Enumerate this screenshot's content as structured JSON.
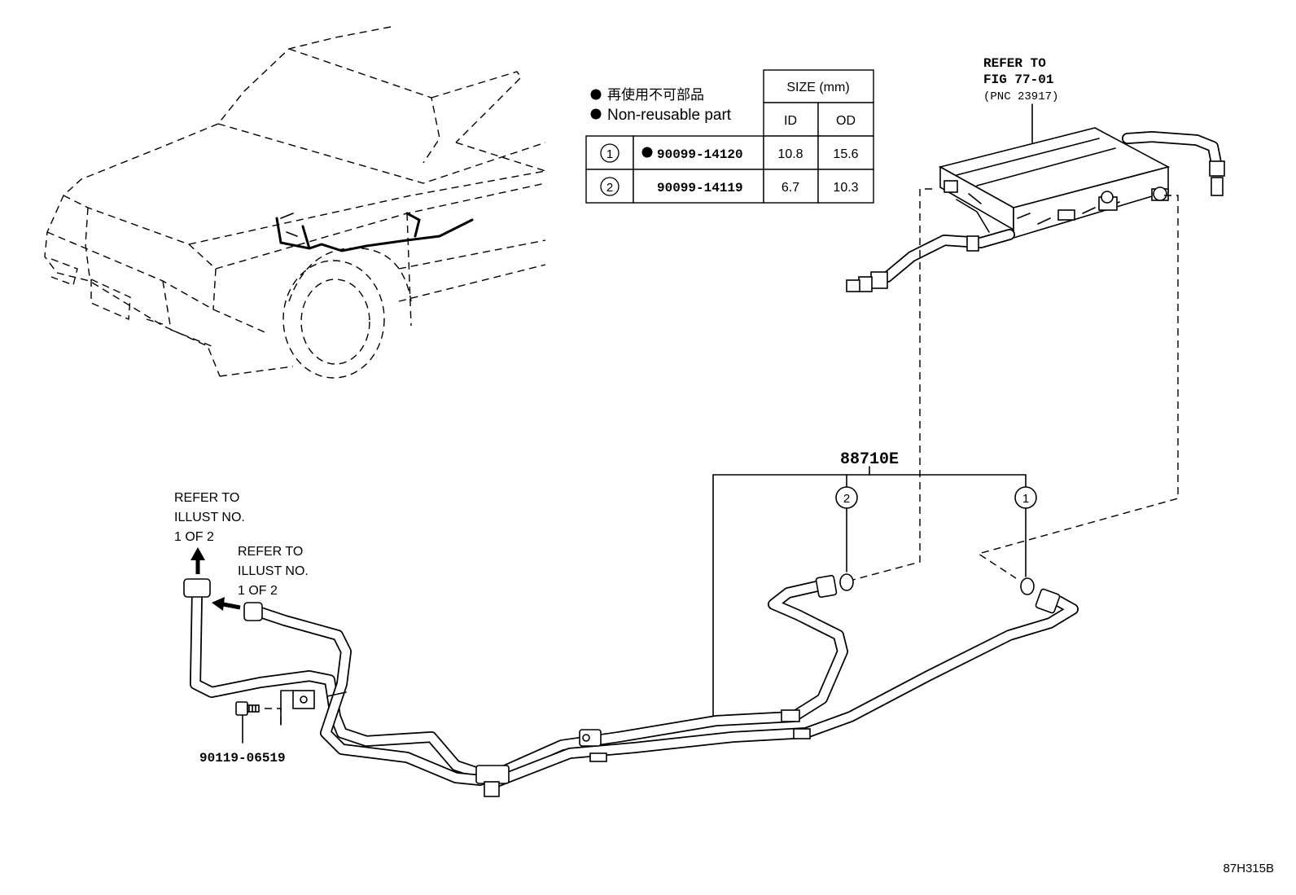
{
  "legend": {
    "jp": "再使用不可部品",
    "en": "Non-reusable part"
  },
  "size_table": {
    "header": "SIZE (mm)",
    "col_id": "ID",
    "col_od": "OD",
    "rows": [
      {
        "key": "1",
        "non_reusable": true,
        "part_no": "90099-14120",
        "id": "10.8",
        "od": "15.6"
      },
      {
        "key": "2",
        "non_reusable": false,
        "part_no": "90099-14119",
        "id": "6.7",
        "od": "10.3"
      }
    ]
  },
  "refer_fig": {
    "line1": "REFER TO",
    "line2": "FIG 77-01",
    "line3": "(PNC 23917)"
  },
  "refer_illust_top": {
    "line1": "REFER TO",
    "line2": "ILLUST NO.",
    "line3": "1 OF 2"
  },
  "refer_illust_side": {
    "line1": "REFER TO",
    "line2": "ILLUST NO.",
    "line3": "1 OF 2"
  },
  "callouts": {
    "assembly": "88710E",
    "oring_1": "1",
    "oring_2": "2",
    "bolt": "90119-06519"
  },
  "figure_code": "87H315B"
}
